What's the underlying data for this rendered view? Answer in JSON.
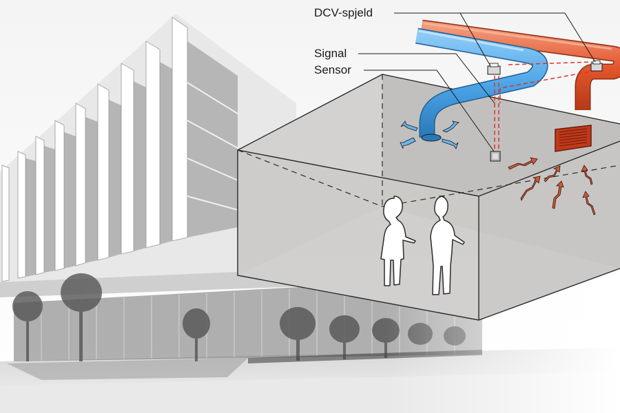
{
  "labels": {
    "dcv_damper": "DCV-spjeld",
    "signal": "Signal",
    "sensor": "Sensor"
  },
  "colors": {
    "supply_duct": "#4aa3e6",
    "exhaust_duct": "#e2542c",
    "signal_line": "#e0302a",
    "room_wall": "#c9c7c5",
    "room_floor": "#e6e5e4",
    "edge": "#2a2a2a"
  },
  "icons": {
    "building": "building-photo",
    "person_left": "person-silhouette-icon",
    "person_right": "person-silhouette-icon",
    "supply_diffuser": "ceiling-diffuser-icon",
    "exhaust_grille": "exhaust-grille-icon",
    "sensor": "sensor-box-icon",
    "damper": "damper-icon"
  }
}
